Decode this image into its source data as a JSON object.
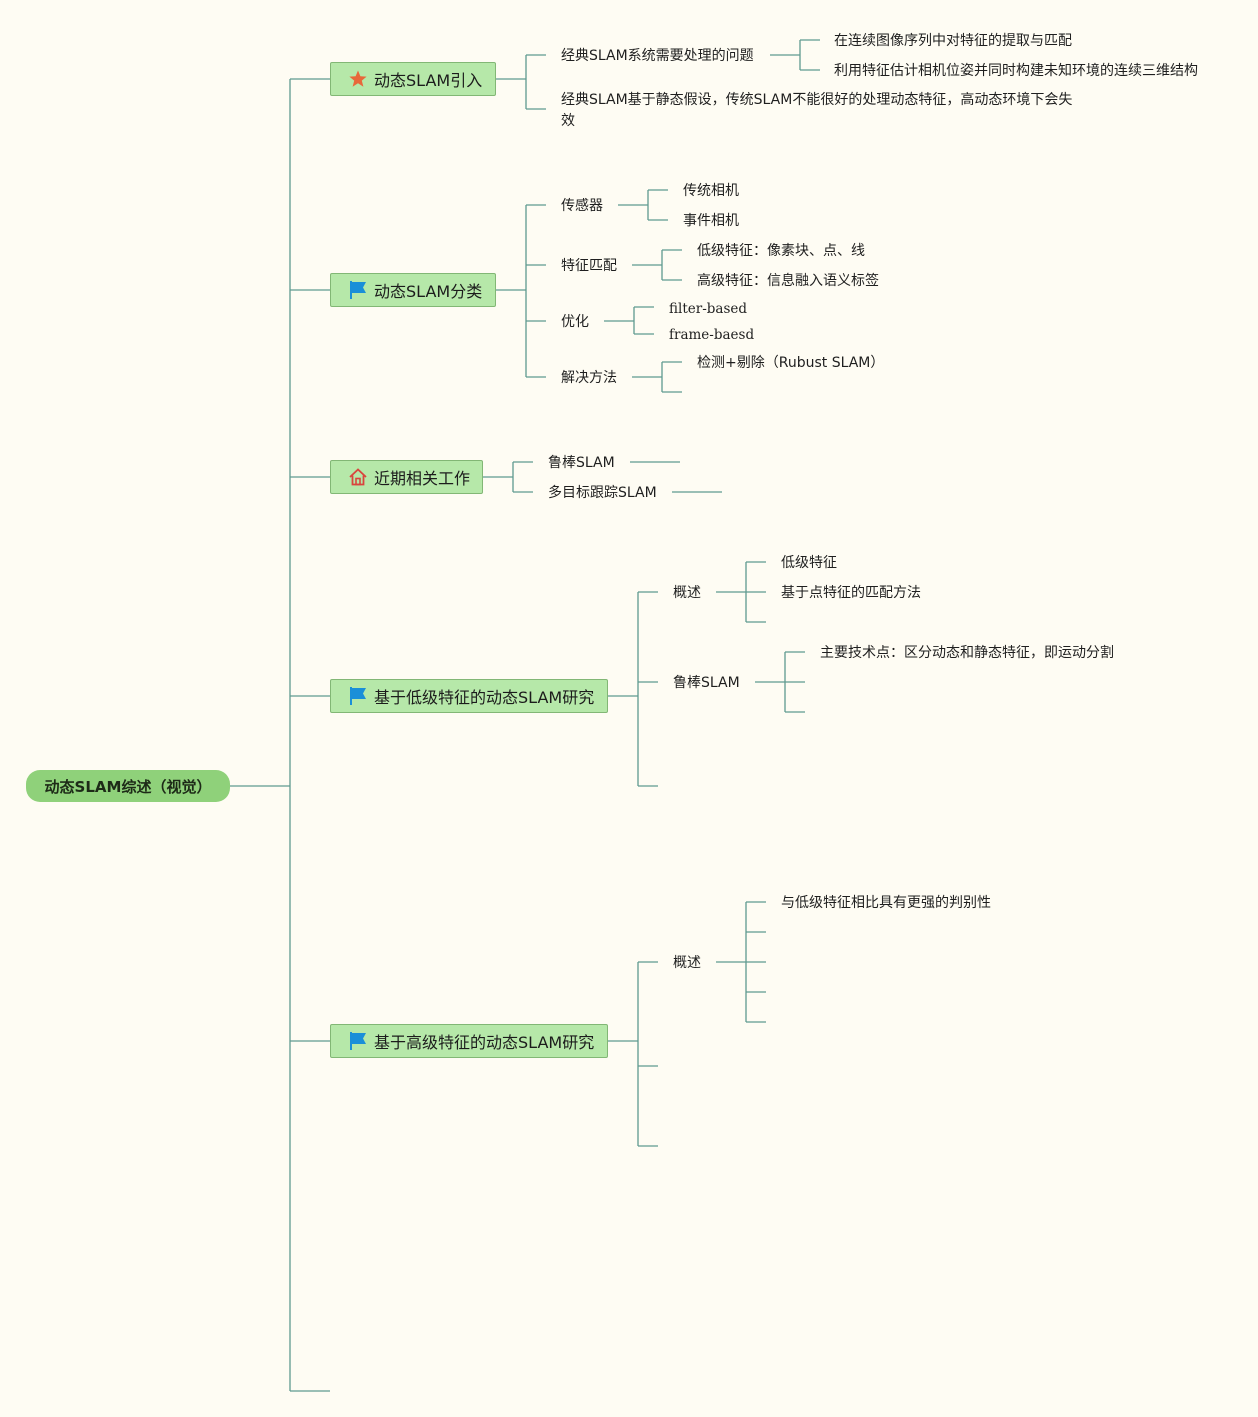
{
  "root": {
    "label": "动态SLAM综述（视觉）"
  },
  "topics": [
    {
      "label": "动态SLAM引入",
      "icon": "star-icon",
      "color": "#e8683a"
    },
    {
      "label": "动态SLAM分类",
      "icon": "flag-icon",
      "color": "#1a8fd8"
    },
    {
      "label": "近期相关工作",
      "icon": "home-icon",
      "color": "#d9453d"
    },
    {
      "label": "基于低级特征的动态SLAM研究",
      "icon": "flag-icon",
      "color": "#1a8fd8"
    },
    {
      "label": "基于高级特征的动态SLAM研究",
      "icon": "flag-icon",
      "color": "#1a8fd8"
    }
  ],
  "intro": {
    "problems": "经典SLAM系统需要处理的问题",
    "problem_items": [
      "在连续图像序列中对特征的提取与匹配",
      "利用特征估计相机位姿并同时构建未知环境的连续三维结构"
    ],
    "assumption": "经典SLAM基于静态假设，传统SLAM不能很好的处理动态特征，高动态环境下会失效"
  },
  "classification": {
    "sensor": "传感器",
    "sensor_items": [
      "传统相机",
      "事件相机"
    ],
    "matching": "特征匹配",
    "matching_items": [
      "低级特征：像素块、点、线",
      "高级特征：信息融入语义标签"
    ],
    "optimization": "优化",
    "optimization_items": [
      "filter-based",
      "frame-baesd"
    ],
    "solution": "解决方法",
    "solution_items": [
      "检测+剔除（Rubust SLAM）"
    ]
  },
  "recent": {
    "items": [
      "鲁棒SLAM",
      "多目标跟踪SLAM"
    ]
  },
  "low": {
    "overview": "概述",
    "overview_items": [
      "低级特征",
      "基于点特征的匹配方法"
    ],
    "robust": "鲁棒SLAM",
    "robust_items": [
      "主要技术点：区分动态和静态特征，即运动分割"
    ]
  },
  "high": {
    "overview": "概述",
    "overview_items": [
      "与低级特征相比具有更强的判别性"
    ]
  },
  "colors": {
    "line": "#4e8a80",
    "line_light": "#8ec2b8",
    "root": "#8fd17a",
    "topic": "#b6e8a9"
  }
}
